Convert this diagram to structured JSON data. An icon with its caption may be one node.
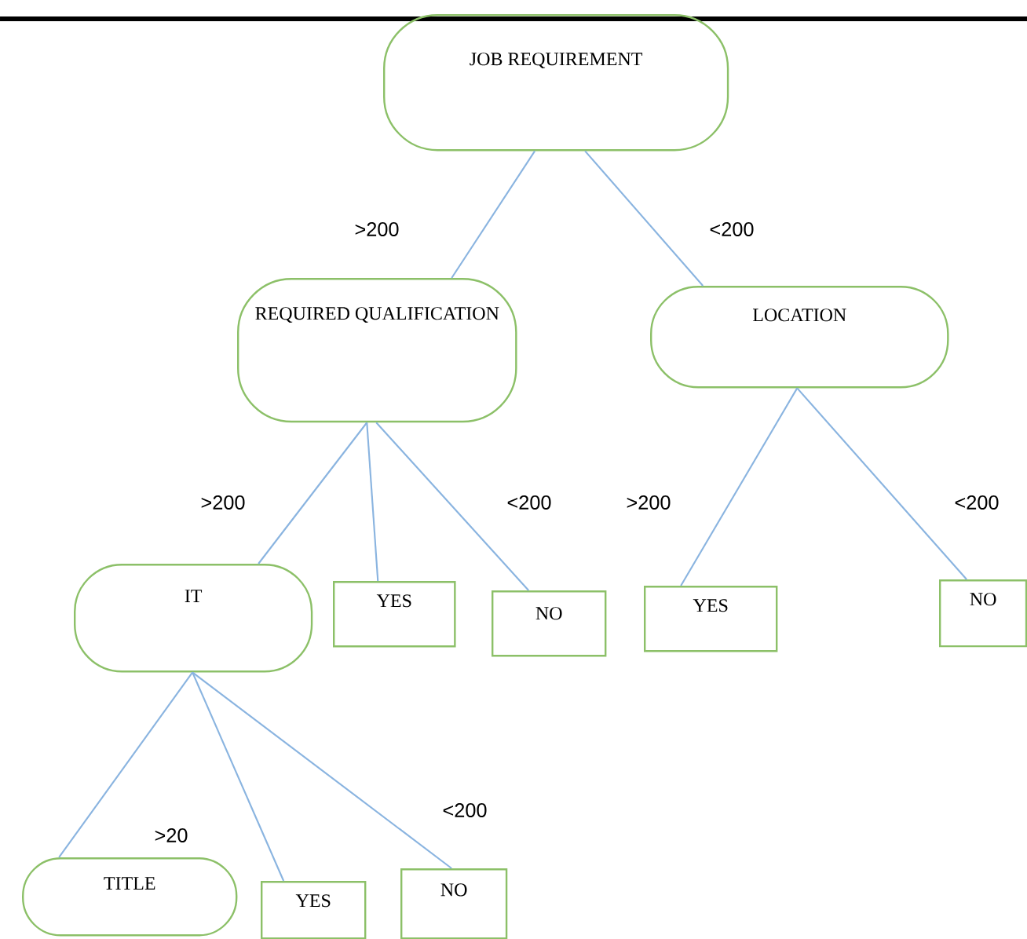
{
  "diagram": {
    "nodes": [
      {
        "text": [
          "JOB REQUIREMENT"
        ]
      },
      {
        "text": [
          "REQUIRED QUALIFICATION"
        ]
      },
      {
        "text": [
          "LOCATION"
        ]
      },
      {
        "text": [
          "IT"
        ]
      },
      {
        "text": [
          "YES"
        ]
      },
      {
        "text": [
          "NO"
        ]
      },
      {
        "text": [
          "YES"
        ]
      },
      {
        "text": [
          "NO"
        ]
      },
      {
        "text": [
          "TITLE"
        ]
      },
      {
        "text": [
          "YES"
        ]
      },
      {
        "text": [
          "NO"
        ]
      }
    ],
    "edges": [
      {
        "from": 0,
        "to": 1,
        "arrow": "none",
        "label": ">200"
      },
      {
        "from": 0,
        "to": 2,
        "arrow": "none",
        "label": "<200"
      },
      {
        "from": 1,
        "to": 3,
        "arrow": "none",
        "label": ">200"
      },
      {
        "from": 1,
        "to": 4,
        "arrow": "none"
      },
      {
        "from": 1,
        "to": 5,
        "arrow": "none",
        "label": "<200"
      },
      {
        "from": 2,
        "to": 6,
        "arrow": "none",
        "label": ">200"
      },
      {
        "from": 2,
        "to": 7,
        "arrow": "none",
        "label": "<200"
      },
      {
        "from": 3,
        "to": 8,
        "arrow": "none",
        "label": ">20"
      },
      {
        "from": 3,
        "to": 9,
        "arrow": "none"
      },
      {
        "from": 3,
        "to": 10,
        "arrow": "none",
        "label": "<200"
      }
    ]
  }
}
